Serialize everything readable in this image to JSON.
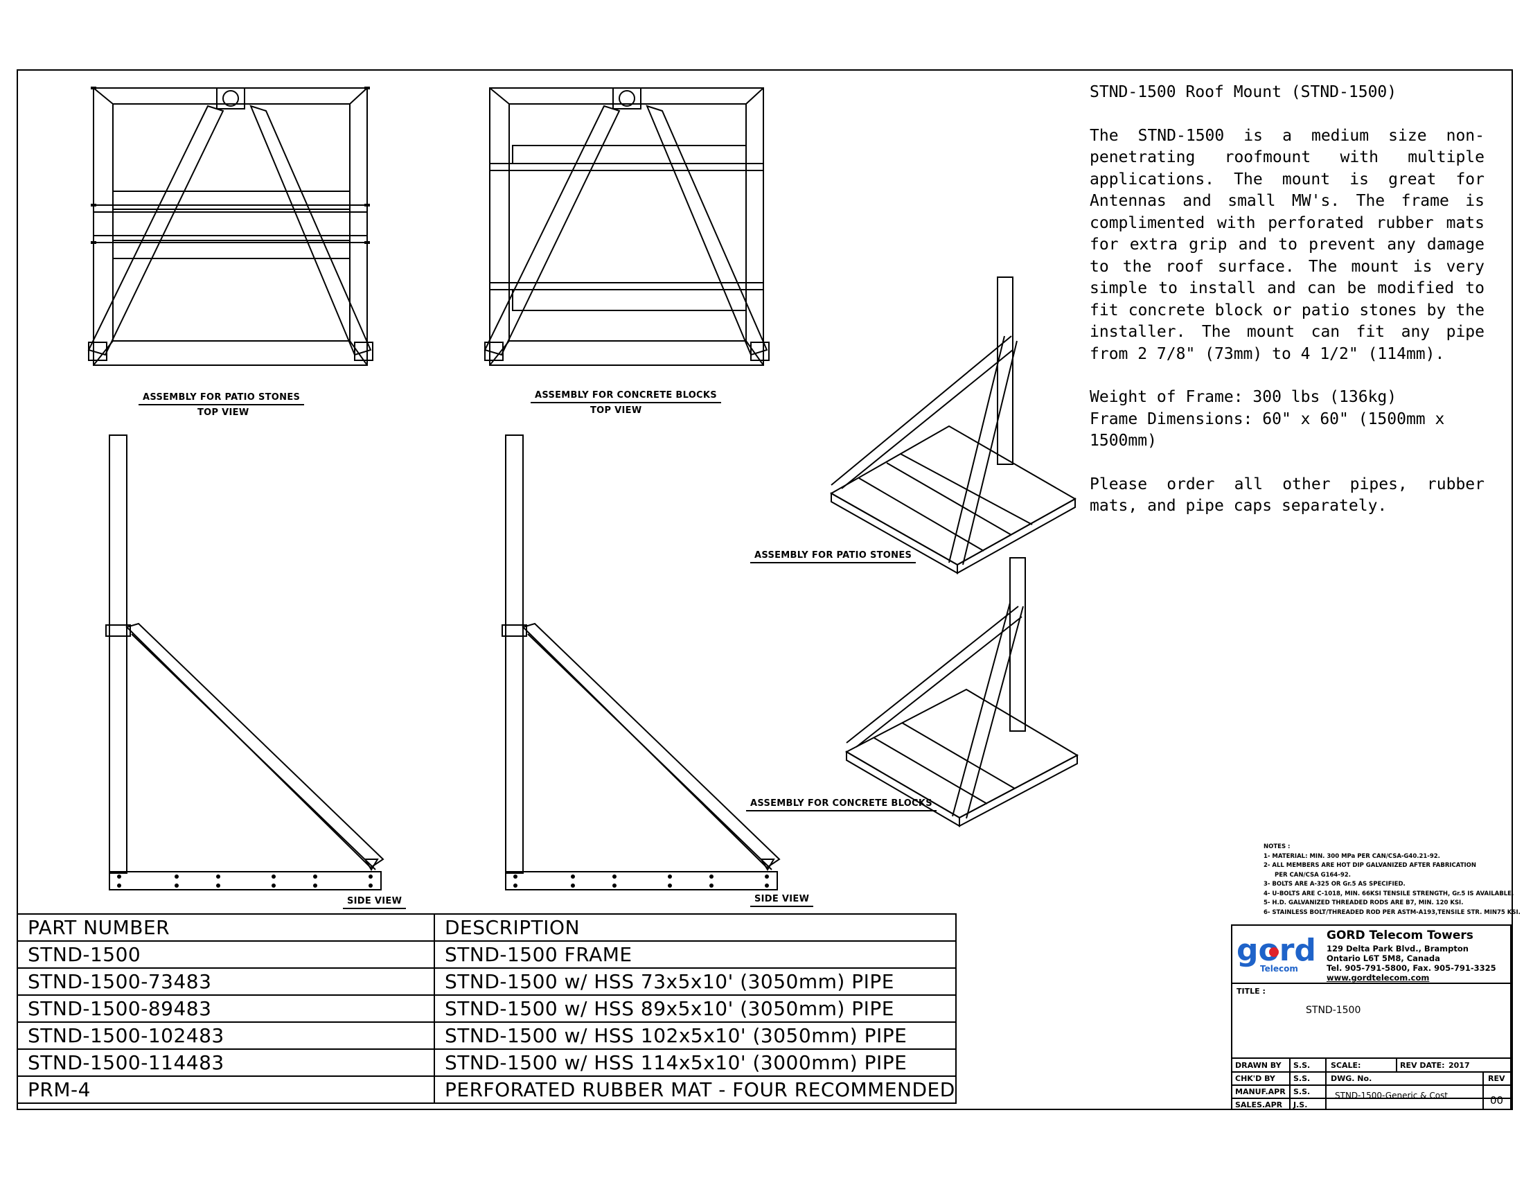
{
  "description": {
    "title": "STND-1500 Roof Mount (STND-1500)",
    "body": "The STND-1500 is a medium size non-penetrating roofmount with multiple applications. The mount is great for Antennas and small MW's. The frame is complimented with perforated rubber mats for extra grip and to prevent any damage to the roof surface. The mount is very simple to install and can be modified to fit concrete block or patio stones by the installer. The mount can fit any pipe from 2 7/8\" (73mm) to 4 1/2\" (114mm).",
    "weight": "Weight of Frame: 300 lbs (136kg)",
    "dimensions": "Frame Dimensions: 60\" x 60\" (1500mm x 1500mm)",
    "order_note": "Please order all other pipes, rubber mats, and pipe caps separately."
  },
  "views": {
    "top_patio": "ASSEMBLY FOR PATIO STONES",
    "top_patio_sub": "TOP VIEW",
    "top_concrete": "ASSEMBLY FOR CONCRETE BLOCKS",
    "top_concrete_sub": "TOP VIEW",
    "iso_patio": "ASSEMBLY FOR PATIO STONES",
    "iso_concrete": "ASSEMBLY FOR CONCRETE BLOCKS",
    "side_1": "SIDE VIEW",
    "side_2": "SIDE VIEW"
  },
  "parts_table": {
    "headers": [
      "PART NUMBER",
      "DESCRIPTION"
    ],
    "rows": [
      [
        "STND-1500",
        "STND-1500 FRAME"
      ],
      [
        "STND-1500-73483",
        "STND-1500 w/ HSS 73x5x10' (3050mm) PIPE"
      ],
      [
        "STND-1500-89483",
        "STND-1500 w/ HSS 89x5x10' (3050mm) PIPE"
      ],
      [
        "STND-1500-102483",
        "STND-1500 w/ HSS 102x5x10' (3050mm) PIPE"
      ],
      [
        "STND-1500-114483",
        "STND-1500 w/ HSS 114x5x10' (3000mm) PIPE"
      ],
      [
        "PRM-4",
        "PERFORATED RUBBER MAT - FOUR RECOMMENDED"
      ]
    ]
  },
  "notes": {
    "heading": "NOTES :",
    "items": [
      "1- MATERIAL: MIN. 300 MPa PER CAN/CSA-G40.21-92.",
      "2- ALL MEMBERS ARE HOT DIP GALVANIZED AFTER FABRICATION",
      "PER CAN/CSA G164-92.",
      "3- BOLTS ARE A-325 OR Gr.5 AS SPECIFIED.",
      "4- U-BOLTS ARE C-1018, MIN. 66KSI TENSILE STRENGTH, Gr.5 IS AVAILABLE.",
      "5- H.D. GALVANIZED THREADED RODS ARE B7, MIN. 120 KSI.",
      "6- STAINLESS BOLT/THREADED ROD PER ASTM-A193,TENSILE STR. MIN75 KSI."
    ]
  },
  "title_block": {
    "logo_text": "gord",
    "logo_sub": "Telecom",
    "company": "GORD Telecom Towers",
    "address1": "129 Delta Park Blvd., Brampton",
    "address2": "Ontario L6T 5M8, Canada",
    "phone": "Tel. 905-791-5800, Fax. 905-791-3325",
    "web": "www.gordtelecom.com",
    "title_label": "TITLE :",
    "title_value": "STND-1500",
    "drawn_by_label": "DRAWN  BY",
    "drawn_by": "S.S.",
    "chkd_by_label": "CHK'D  BY",
    "chkd_by": "S.S.",
    "manuf_label": "MANUF.APR",
    "manuf": "S.S.",
    "sales_label": "SALES.APR",
    "sales": "J.S.",
    "scale_label": "SCALE:",
    "rev_date_label": "REV DATE:",
    "rev_date": "2017",
    "dwg_label": "DWG. No.",
    "dwg_no": "STND-1500-Generic & Cost",
    "rev_label": "REV",
    "rev": "00"
  },
  "colors": {
    "ink": "#000000",
    "logo_blue": "#1f63c9",
    "logo_red": "#e0222b",
    "background": "#ffffff"
  }
}
